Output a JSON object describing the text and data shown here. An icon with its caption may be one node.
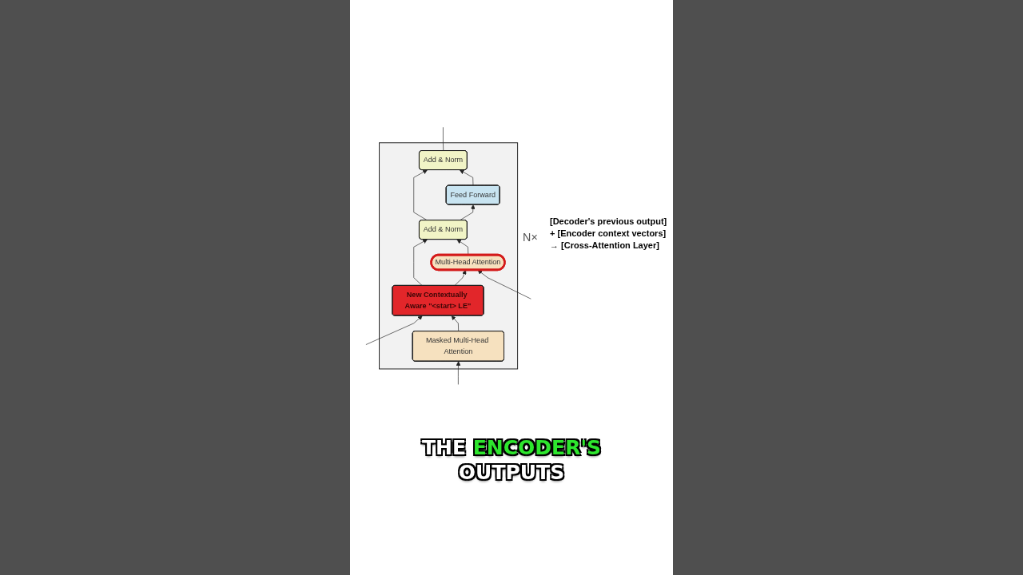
{
  "diagram": {
    "nodes": [
      {
        "text": [
          "N×"
        ]
      },
      {
        "text": [
          "Add & Norm"
        ],
        "in": 0
      },
      {
        "text": [
          "Feed Forward"
        ],
        "in": 0
      },
      {
        "text": [
          "Add & Norm"
        ],
        "in": 0
      },
      {
        "text": [
          "Multi-Head Attention"
        ],
        "in": 0
      },
      {
        "text": [
          "New Contextually Aware \"<start> LE\""
        ],
        "in": 0
      },
      {
        "text": [
          "Masked Multi-Head Attention"
        ],
        "in": 0
      }
    ],
    "edges": [
      {
        "from": null,
        "to": 6,
        "arrow": "to"
      },
      {
        "from": null,
        "to": 5,
        "arrow": "to"
      },
      {
        "from": 6,
        "to": 5,
        "arrow": "to"
      },
      {
        "from": 5,
        "to": 4,
        "arrow": "to"
      },
      {
        "from": 5,
        "to": 3,
        "arrow": "to"
      },
      {
        "from": null,
        "to": 4,
        "arrow": "to"
      },
      {
        "from": 4,
        "to": 3,
        "arrow": "to"
      },
      {
        "from": 3,
        "to": 2,
        "arrow": "to"
      },
      {
        "from": 3,
        "to": 1,
        "arrow": "to"
      },
      {
        "from": 2,
        "to": 1,
        "arrow": "to"
      },
      {
        "from": 1,
        "to": null,
        "arrow": "none"
      }
    ],
    "labels": [
      "[Decoder's previous output] + [Encoder context vectors] → [Cross-Attention Layer]"
    ],
    "caption": "THE ENCODER'S OUTPUTS"
  }
}
